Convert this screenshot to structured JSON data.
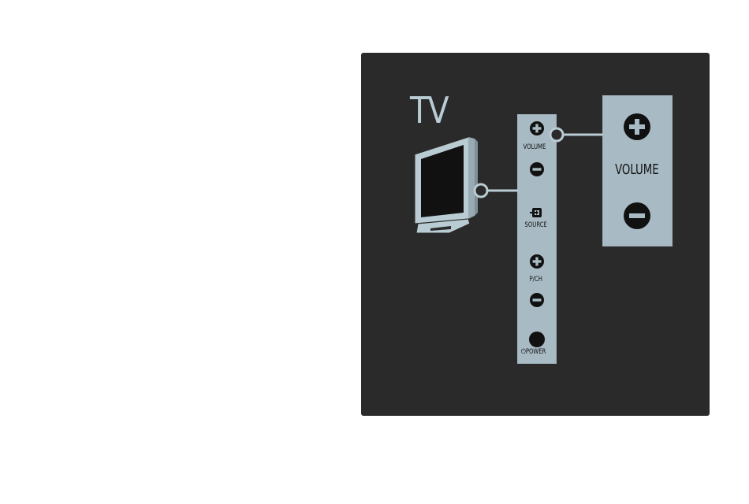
{
  "diagram": {
    "title": "TV",
    "side_controls": {
      "volume_plus_label": "VOLUME",
      "source_label": "SOURCE",
      "program_label": "P/CH",
      "power_label": "⏻POWER"
    },
    "zoomed_controls": {
      "volume_label": "VOLUME"
    },
    "colors": {
      "panel_background": "#2a2a2a",
      "control_strip": "#a8bbc4",
      "title_text": "#b9cbd3",
      "button_fill": "#111111",
      "connector_line": "#b9cbd3"
    },
    "icons": {
      "television": "television-icon",
      "plus": "plus-icon",
      "minus": "minus-icon",
      "source": "source-input-icon",
      "power": "power-button"
    }
  }
}
